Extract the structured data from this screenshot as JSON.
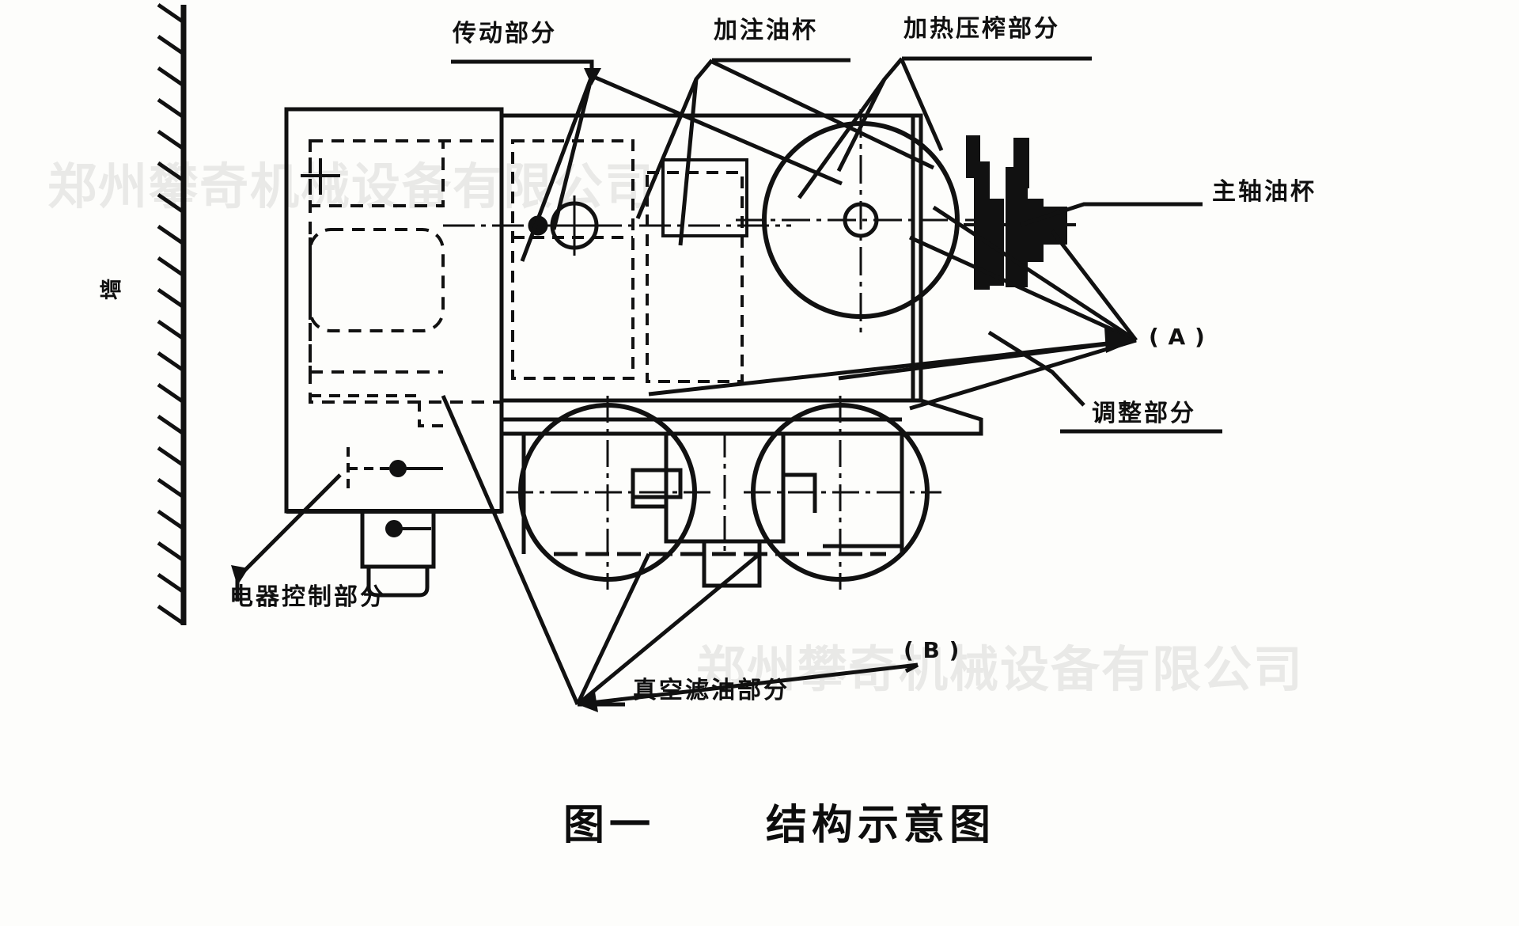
{
  "figure": {
    "title_number": "图一",
    "title_text": "结构示意图",
    "wall_label": "墙"
  },
  "callouts": [
    {
      "id": "transmission",
      "label": "传动部分"
    },
    {
      "id": "oil-filler-cup",
      "label": "加注油杯"
    },
    {
      "id": "heating-press",
      "label": "加热压榨部分"
    },
    {
      "id": "spindle-oil-cup",
      "label": "主轴油杯"
    },
    {
      "id": "adjustment",
      "label": "调整部分"
    },
    {
      "id": "electrical-control",
      "label": "电器控制部分"
    },
    {
      "id": "vacuum-oil-filter",
      "label": "真空滤油部分"
    }
  ],
  "markers": [
    {
      "id": "marker-a",
      "label": "( A )"
    },
    {
      "id": "marker-b",
      "label": "( B )"
    }
  ],
  "watermark": {
    "top": "郑州攀奇机械设备有限公司",
    "bottom": "郑州攀奇机械设备有限公司"
  },
  "colors": {
    "ink": "#101010",
    "paper": "#fdfdfb",
    "watermark": "#000000"
  }
}
